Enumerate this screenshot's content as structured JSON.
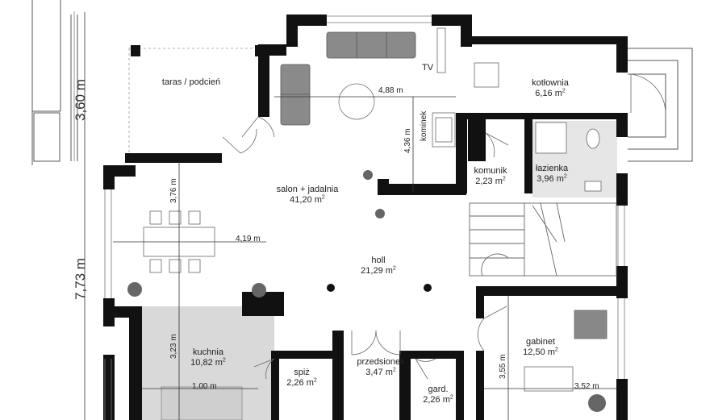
{
  "rooms": {
    "taras": {
      "name": "taras / podcień"
    },
    "salon": {
      "name": "salon + jadalnia",
      "area": "41,20",
      "unit": "m"
    },
    "kotlownia": {
      "name": "kotłownia",
      "area": "6,16",
      "unit": "m"
    },
    "komunik": {
      "name": "komunik",
      "area": "2,23",
      "unit": "m"
    },
    "lazienka": {
      "name": "łazienka",
      "area": "3,96",
      "unit": "m"
    },
    "holl": {
      "name": "holl",
      "area": "21,29",
      "unit": "m"
    },
    "gabinet": {
      "name": "gabinet",
      "area": "12,50",
      "unit": "m"
    },
    "kuchnia": {
      "name": "kuchnia",
      "area": "10,82",
      "unit": "m"
    },
    "spiz": {
      "name": "spiż",
      "area": "2,26",
      "unit": "m"
    },
    "przedsionek": {
      "name": "przedsionek",
      "area": "3,47",
      "unit": "m"
    },
    "gard": {
      "name": "gard.",
      "area": "2,26",
      "unit": "m"
    }
  },
  "labels": {
    "tv": "TV",
    "kominek": "kominek",
    "area_exp": "2"
  },
  "dimensions": {
    "d1": "3,60 m",
    "d2": "7,73 m",
    "d3": "4,88 m",
    "d4": "4,36 m",
    "d5": "3,76 m",
    "d6": "4,19 m",
    "d7": "3,23 m",
    "d8": "1,00 m",
    "d9": "3,55 m",
    "d10": "3,52 m"
  },
  "colors": {
    "wall": "#111111",
    "furniture": "#7a7a7a",
    "kitchen_floor": "#d9d9d9",
    "bath_floor": "#e6e6e6",
    "plant": "#555555"
  }
}
